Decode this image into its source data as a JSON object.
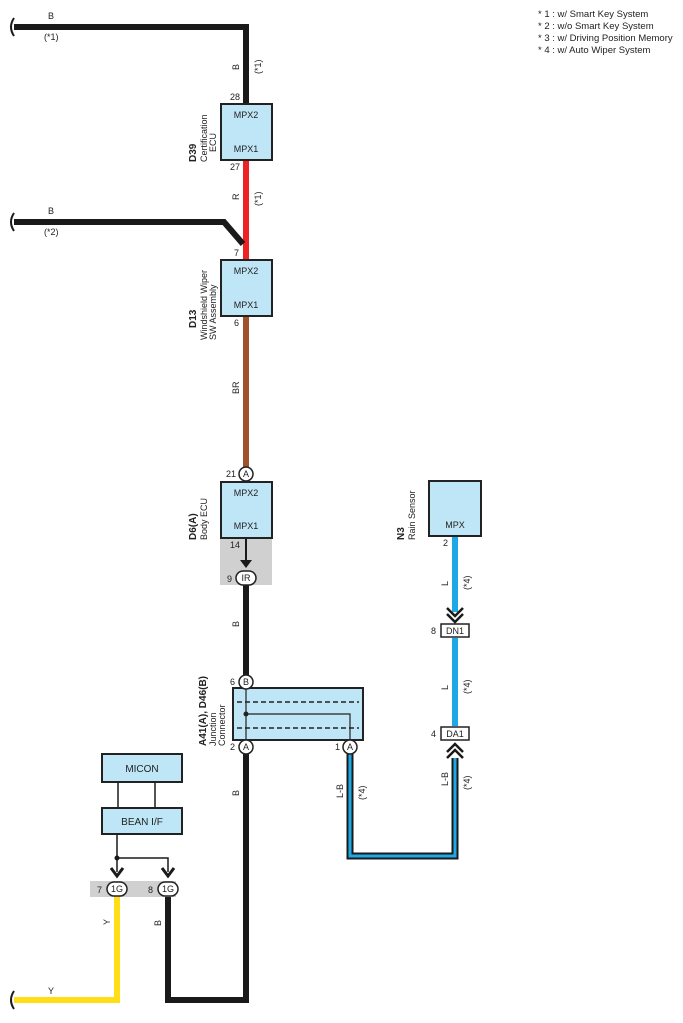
{
  "legend": [
    "* 1 : w/ Smart Key System",
    "* 2 : w/o Smart Key System",
    "* 3 : w/ Driving Position Memory",
    "* 4 : w/ Auto Wiper System"
  ],
  "wires": {
    "top_b": "B",
    "top_b_note": "(*1)",
    "top_b_vertical": "B",
    "top_b_vertical_note": "(*1)",
    "r": "R",
    "r_note": "(*1)",
    "second_b": "B",
    "second_b_note": "(*2)",
    "br": "BR",
    "b_mid": "B",
    "b_low": "B",
    "b_left": "B",
    "y": "Y",
    "y_bottom": "Y",
    "l_top": "L",
    "l_top_note": "(*4)",
    "l_mid": "L",
    "l_mid_note": "(*4)",
    "lb_right": "L-B",
    "lb_right_note": "(*4)",
    "lb_left": "L-B",
    "lb_left_note": "(*4)"
  },
  "components": {
    "d39": {
      "code": "D39",
      "name_line1": "Certification",
      "name_line2": "ECU",
      "pin_top_label": "MPX2",
      "pin_bottom_label": "MPX1",
      "pin_top": "28",
      "pin_bottom": "27"
    },
    "d13": {
      "code": "D13",
      "name_line1": "Windshield Wiper",
      "name_line2": "SW Assembly",
      "pin_top_label": "MPX2",
      "pin_bottom_label": "MPX1",
      "pin_top": "7",
      "pin_bottom": "6"
    },
    "d6": {
      "code": "D6(A)",
      "name_line1": "Body ECU",
      "pin_top_label": "MPX2",
      "pin_bottom_label": "MPX1",
      "pin_top": "21",
      "pin_top_conn": "A",
      "pin_bottom": "14"
    },
    "n3": {
      "code": "N3",
      "name_line1": "Rain Sensor",
      "pin_label": "MPX",
      "pin": "2"
    },
    "junction": {
      "code": "A41(A), D46(B)",
      "name_line1": "Junction",
      "name_line2": "Connector",
      "pin_top": "6",
      "pin_top_conn": "B",
      "pin_bl": "2",
      "pin_bl_conn": "A",
      "pin_br": "1",
      "pin_br_conn": "A"
    },
    "micon": {
      "label": "MICON"
    },
    "bean": {
      "label": "BEAN I/F"
    }
  },
  "connectors": {
    "ir": {
      "pin": "9",
      "label": "IR"
    },
    "dn1": {
      "pin": "8",
      "label": "DN1"
    },
    "da1": {
      "pin": "4",
      "label": "DA1"
    },
    "g7": {
      "pin": "7",
      "label": "1G"
    },
    "g8": {
      "pin": "8",
      "label": "1G"
    }
  },
  "colors": {
    "black_wire": "#1a1a1a",
    "red_wire": "#ee2124",
    "brown_wire": "#a0522d",
    "yellow_wire": "#ffde17",
    "blue_wire": "#1fa8e6",
    "component_fill": "#bfe6f7",
    "shade": "#d0d0d0"
  }
}
